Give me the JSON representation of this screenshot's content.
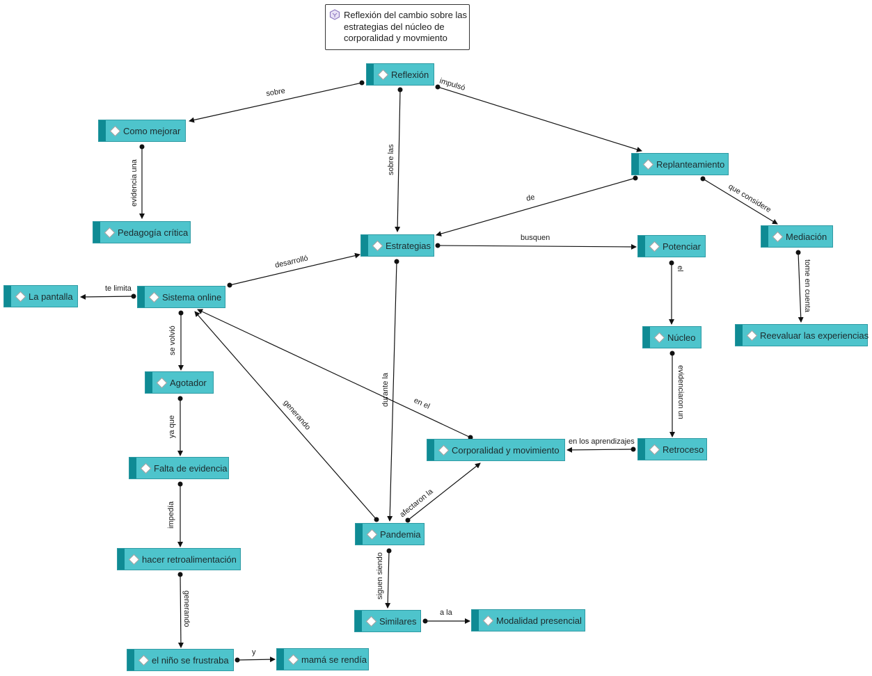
{
  "title": "Reflexión del cambio sobre las estrategias del núcleo de corporalidad y movmiento",
  "nodes": {
    "reflexion": "Reflexión",
    "como_mejorar": "Como mejorar",
    "pedagogia_critica": "Pedagogía crítica",
    "replanteamiento": "Replanteamiento",
    "mediacion": "Mediación",
    "reevaluar": "Reevaluar las experiencias",
    "estrategias": "Estrategias",
    "potenciar": "Potenciar",
    "nucleo": "Núcleo",
    "retroceso": "Retroceso",
    "corporalidad": "Corporalidad y movimiento",
    "la_pantalla": "La pantalla",
    "sistema_online": "Sistema online",
    "agotador": "Agotador",
    "falta_evidencia": "Falta de evidencia",
    "hacer_retro": "hacer retroalimentación",
    "nino_frustraba": "el niño se frustraba",
    "mama_rendia": "mamá se rendía",
    "pandemia": "Pandemia",
    "similares": "Similares",
    "modalidad_presencial": "Modalidad presencial"
  },
  "edge_labels": {
    "sobre": "sobre",
    "impulso": "impulsó",
    "sobre_las": "sobre las",
    "evidencia_una": "evidencia una",
    "de": "de",
    "que_considere": "que considere",
    "tome_en_cuenta": "tome en cuenta",
    "busquen": "busquen",
    "el": "el",
    "evidenciaron_un": "evidenciaron un",
    "en_los_aprendizajes": "en los aprendizajes",
    "desarrollo": "desarrolló",
    "te_limita": "te limita",
    "se_volvio": "se volvió",
    "ya_que": "ya que",
    "impedia": "impedía",
    "generando_1": "generando",
    "y": "y",
    "durante_la": "durante la",
    "en_el": "en el",
    "generando_2": "generando",
    "afectaron_la": "afectaron la",
    "siguen_siendo": "siguen siendo",
    "a_la": "a la"
  },
  "colors": {
    "node_fill": "#4ec4cc",
    "node_bar": "#0f8b94",
    "title_icon": "#8f7bc0"
  },
  "title_icon": "concept-map-icon"
}
